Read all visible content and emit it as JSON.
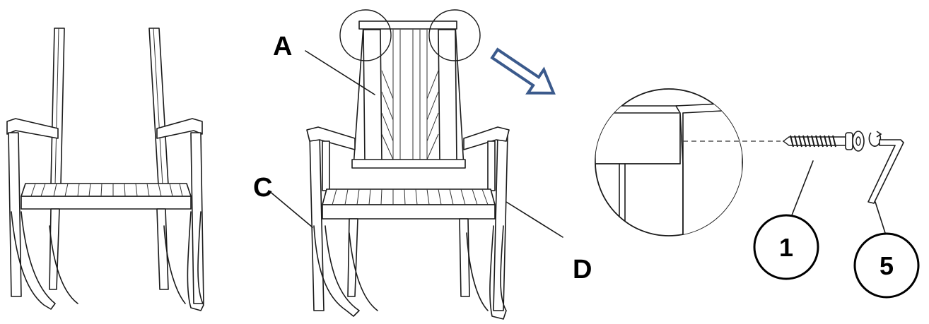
{
  "labels": {
    "a": "A",
    "c": "C",
    "d": "D"
  },
  "callouts": {
    "part_1": "1",
    "part_5": "5"
  },
  "colors": {
    "arrow": "#3b5a8c",
    "line": "#1a1a1a"
  },
  "icons": [
    "rocking-chair-rear-view",
    "rocking-chair-front-view",
    "detail-magnifier",
    "screw",
    "washer",
    "allen-key",
    "rotate-arrow"
  ]
}
